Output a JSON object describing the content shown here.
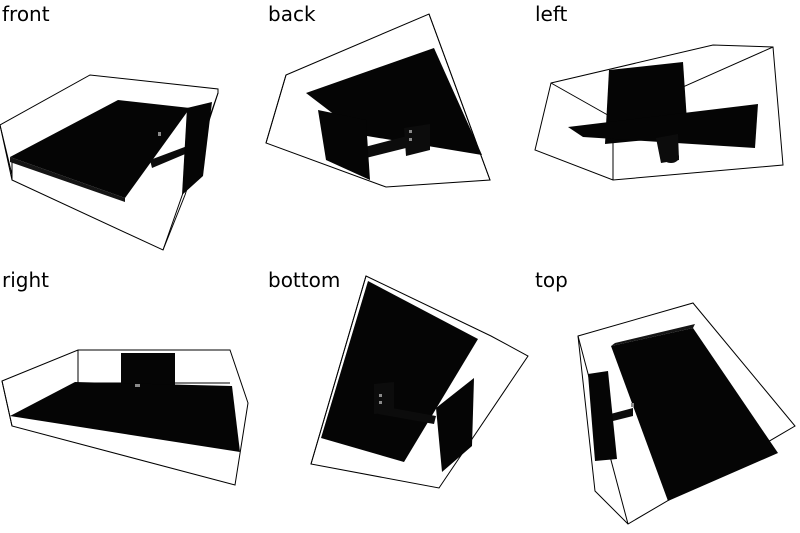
{
  "views": [
    {
      "label": "front"
    },
    {
      "label": "back"
    },
    {
      "label": "left"
    },
    {
      "label": "right"
    },
    {
      "label": "bottom"
    },
    {
      "label": "top"
    }
  ],
  "colors": {
    "background": "#ffffff",
    "wireframe": "#000000",
    "object": "#050505"
  }
}
